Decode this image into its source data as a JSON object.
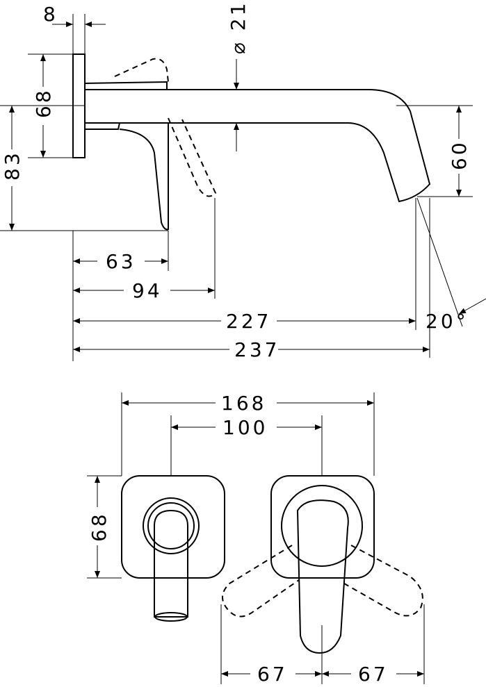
{
  "side_view": {
    "dims": {
      "plate_thickness": "8",
      "spout_diameter": "⌀ 21",
      "plate_height": "68",
      "lever_height": "83",
      "spout_drop": "60",
      "lever_depth": "63",
      "lever_swing": "94",
      "spout_reach": "227",
      "overall_reach": "237",
      "angle": "20°"
    }
  },
  "front_view": {
    "dims": {
      "overall_width": "168",
      "center_distance": "100",
      "plate_height": "68",
      "swing_left": "67",
      "swing_right": "67"
    }
  }
}
